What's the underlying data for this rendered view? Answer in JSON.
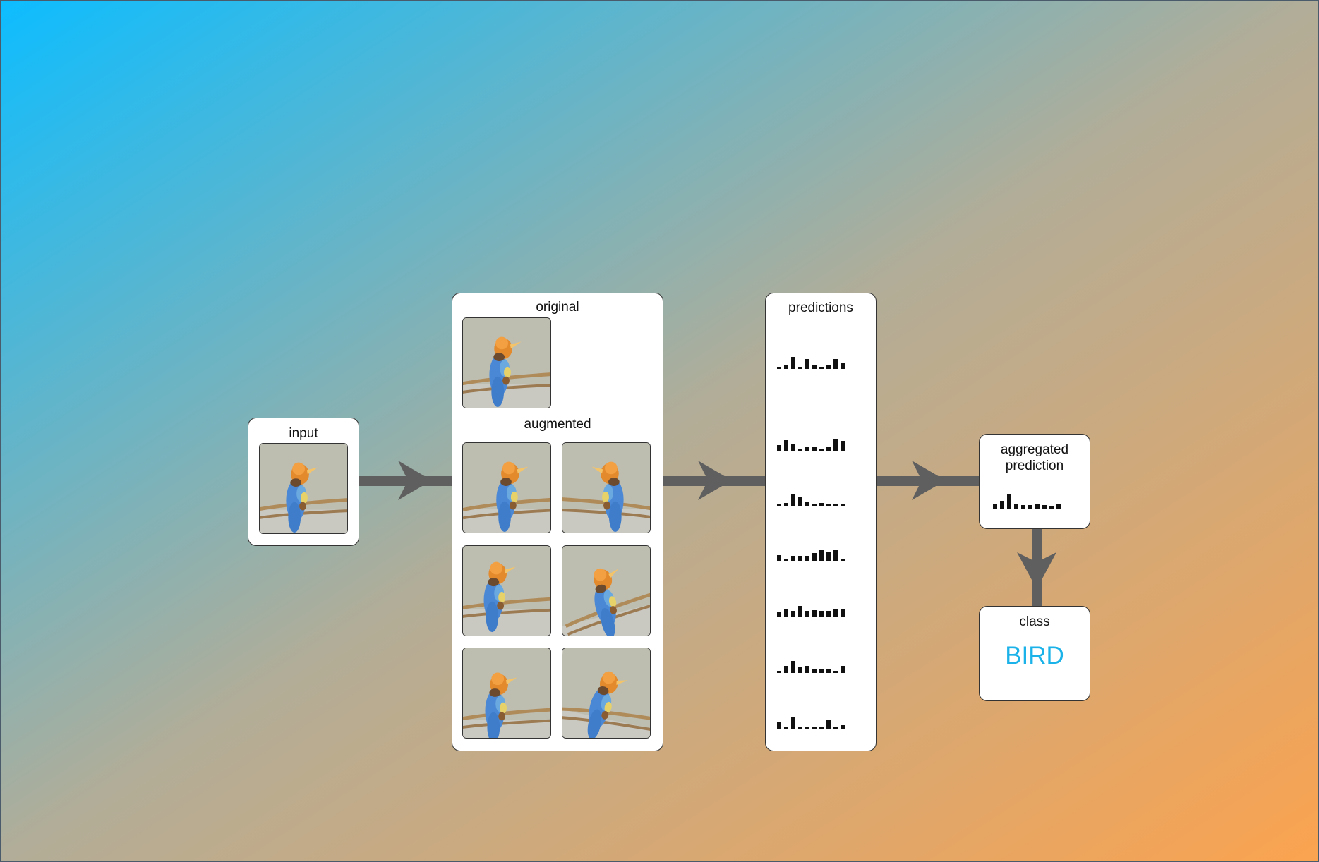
{
  "labels": {
    "input": "input",
    "original": "original",
    "augmented": "augmented",
    "predictions": "predictions",
    "aggregated_line1": "aggregated",
    "aggregated_line2": "prediction",
    "class": "class"
  },
  "result": {
    "class_name": "BIRD",
    "color": "#1ab2e8"
  },
  "colors": {
    "arrow": "#5f5f5f",
    "bars": "#111111"
  },
  "predictions": [
    [
      0.15,
      0.35,
      1.0,
      0.15,
      0.8,
      0.3,
      0.15,
      0.35,
      0.8,
      0.45
    ],
    [
      0.45,
      0.9,
      0.6,
      0.15,
      0.3,
      0.3,
      0.15,
      0.3,
      1.0,
      0.8
    ],
    [
      0.15,
      0.3,
      1.0,
      0.8,
      0.35,
      0.15,
      0.3,
      0.15,
      0.15,
      0.15
    ],
    [
      0.55,
      0.15,
      0.45,
      0.45,
      0.45,
      0.7,
      0.95,
      0.8,
      1.0,
      0.15
    ],
    [
      0.4,
      0.7,
      0.5,
      0.95,
      0.5,
      0.6,
      0.5,
      0.5,
      0.7,
      0.7
    ],
    [
      0.15,
      0.6,
      1.0,
      0.45,
      0.6,
      0.3,
      0.3,
      0.3,
      0.15,
      0.6
    ],
    [
      0.6,
      0.15,
      1.0,
      0.15,
      0.15,
      0.15,
      0.15,
      0.7,
      0.15,
      0.3
    ]
  ],
  "aggregated": [
    0.35,
    0.55,
    1.0,
    0.35,
    0.25,
    0.25,
    0.35,
    0.25,
    0.2,
    0.35
  ],
  "images": {
    "input": "original",
    "original": "original",
    "augmented": [
      "shift-right-crop",
      "horizontal-flip",
      "shift-left",
      "rotate-counterclockwise",
      "shift-down",
      "rotate-clockwise"
    ]
  }
}
